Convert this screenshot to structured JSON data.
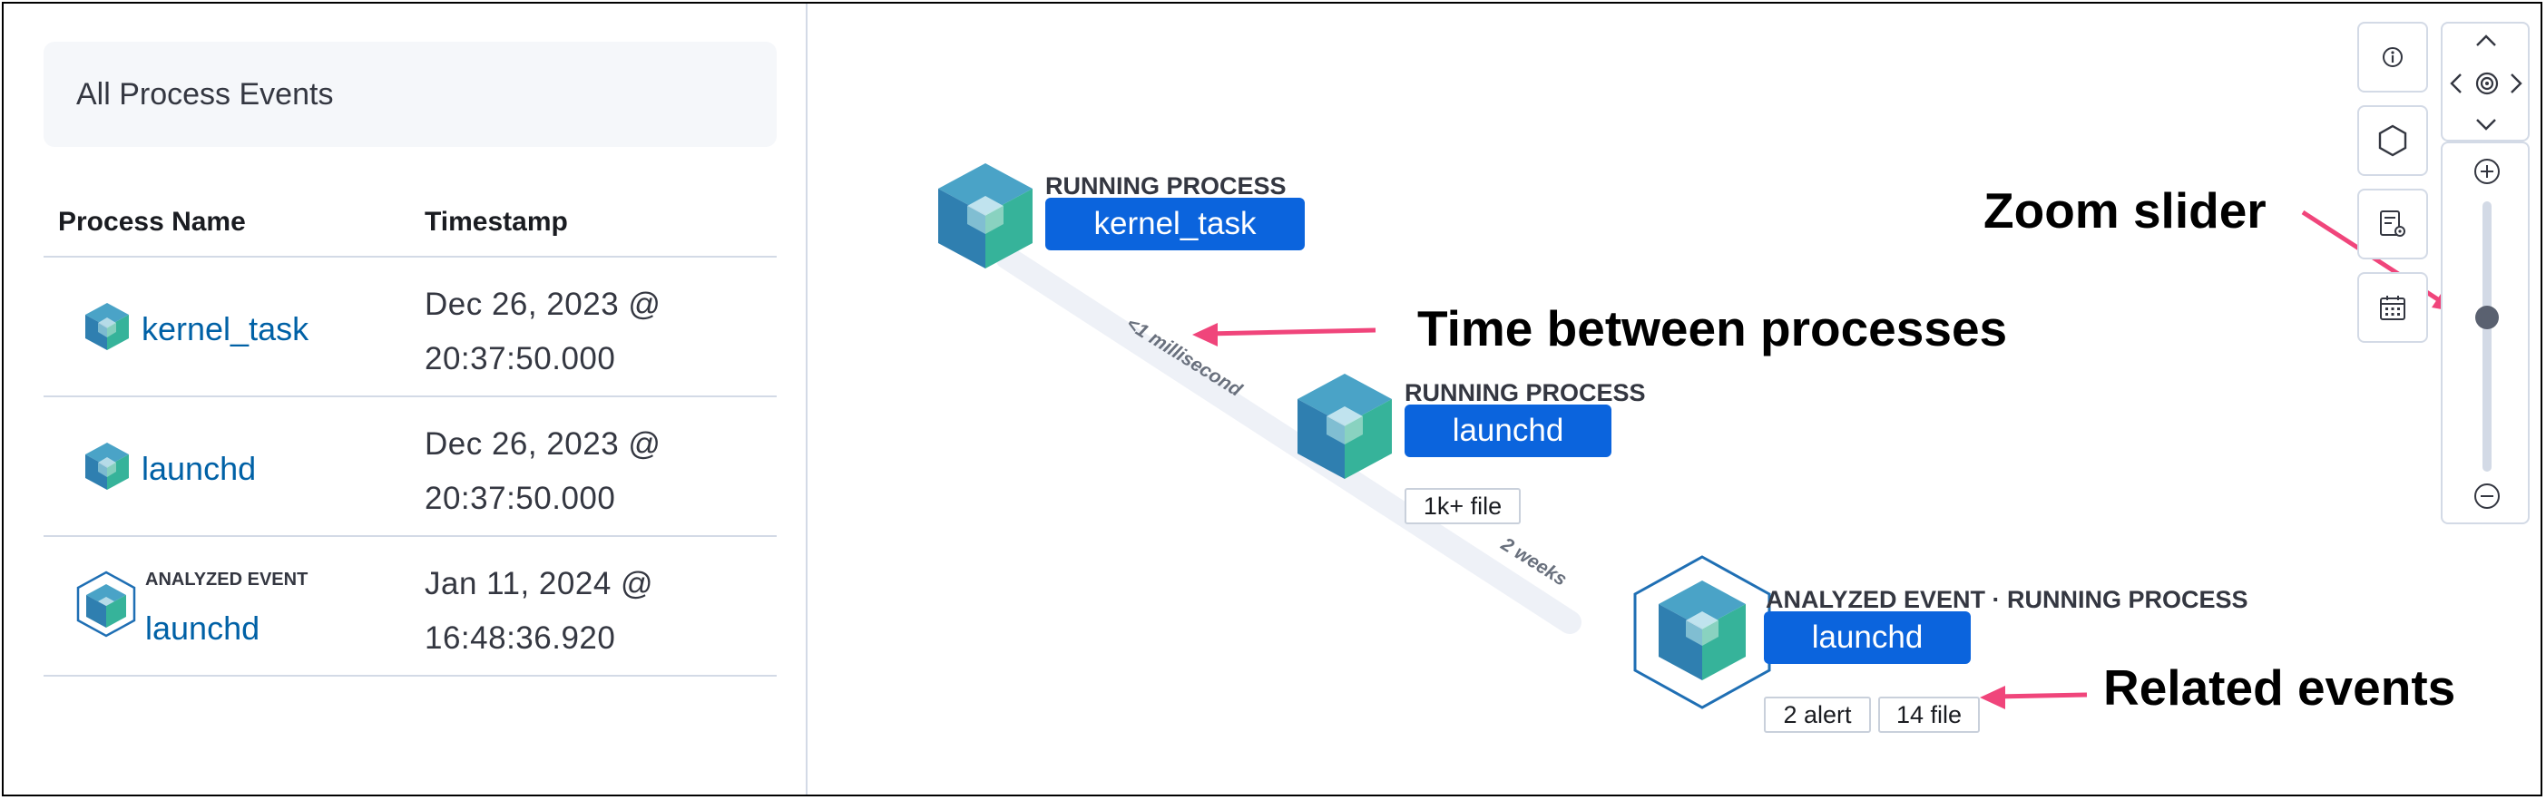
{
  "left_panel": {
    "title": "All Process Events",
    "columns": [
      "Process Name",
      "Timestamp"
    ],
    "rows": [
      {
        "name": "kernel_task",
        "timestamp_line1": "Dec 26, 2023 @",
        "timestamp_line2": "20:37:50.000",
        "icon": "process-cube-icon"
      },
      {
        "name": "launchd",
        "timestamp_line1": "Dec 26, 2023 @",
        "timestamp_line2": "20:37:50.000",
        "icon": "process-cube-icon"
      },
      {
        "name": "launchd",
        "badge": "ANALYZED EVENT",
        "timestamp_line1": "Jan 11, 2024 @",
        "timestamp_line2": "16:48:36.920",
        "icon": "analyzed-process-hexagon-icon"
      }
    ]
  },
  "graph": {
    "nodes": [
      {
        "label": "RUNNING PROCESS",
        "name": "kernel_task"
      },
      {
        "label": "RUNNING PROCESS",
        "name": "launchd",
        "related": [
          "1k+ file"
        ]
      },
      {
        "label": "ANALYZED EVENT · RUNNING PROCESS",
        "name": "launchd",
        "related": [
          "2 alert",
          "14 file"
        ]
      }
    ],
    "edges": [
      {
        "label": "<1 millisecond"
      },
      {
        "label": "2 weeks"
      }
    ]
  },
  "annotations": {
    "zoom": "Zoom slider",
    "time": "Time between processes",
    "related": "Related events"
  },
  "controls": {
    "zoom_level": 0.57,
    "icons": [
      "info-icon",
      "hexagon-icon",
      "settings-list-icon",
      "calendar-icon",
      "pan-up-icon",
      "pan-left-icon",
      "center-icon",
      "pan-right-icon",
      "pan-down-icon",
      "zoom-in-icon",
      "zoom-out-icon"
    ]
  },
  "colors": {
    "link": "#0061a6",
    "node_button": "#0b64dd",
    "annotation_arrow": "#f0457b",
    "border": "#d3dae6"
  }
}
